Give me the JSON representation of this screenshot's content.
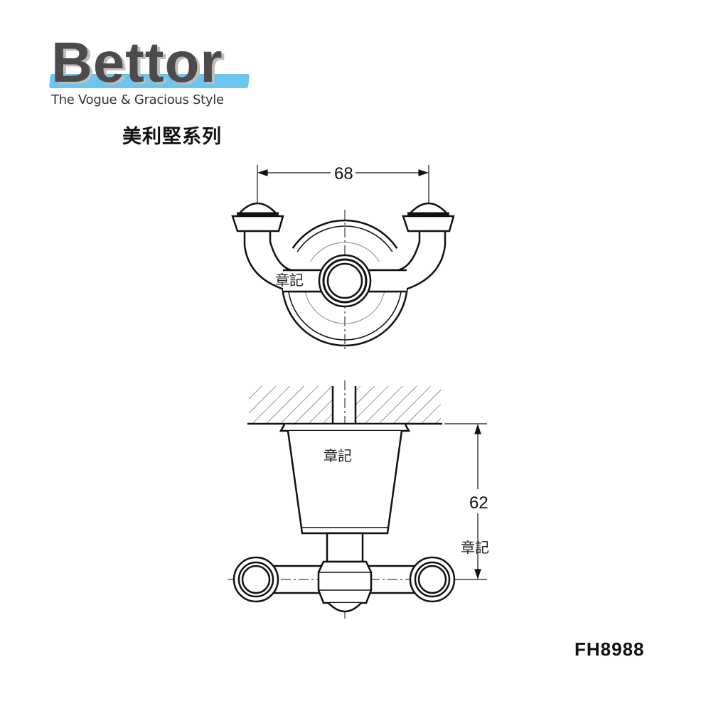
{
  "logo": {
    "brand": "Bettor",
    "tagline": "The Vogue & Gracious Style"
  },
  "series": "美利堅系列",
  "drawing": {
    "top_view": {
      "width_dimension": "68",
      "watermark": "章記"
    },
    "side_view": {
      "height_dimension": "62",
      "watermark_1": "章記",
      "watermark_2": "章記"
    }
  },
  "model": "FH8988",
  "colors": {
    "stripe": "#6cc5ee",
    "brand_text": "#4d4a4b"
  }
}
